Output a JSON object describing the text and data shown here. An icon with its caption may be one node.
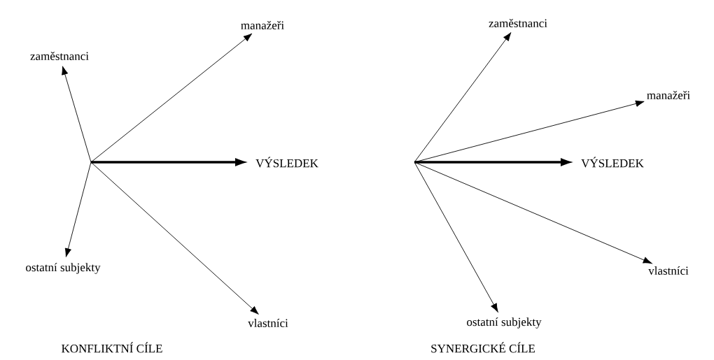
{
  "diagram": {
    "nodes": [
      {
        "text": [
          "zaměstnanci"
        ]
      },
      {
        "text": [
          "manažeři"
        ]
      },
      {
        "text": [
          "VÝSLEDEK"
        ]
      },
      {
        "text": [
          "ostatní subjekty"
        ]
      },
      {
        "text": [
          "vlastníci"
        ]
      },
      {
        "text": [
          "zaměstnanci"
        ]
      },
      {
        "text": [
          "manažeři"
        ]
      },
      {
        "text": [
          "VÝSLEDEK"
        ]
      },
      {
        "text": [
          "vlastníci"
        ]
      },
      {
        "text": [
          "ostatní subjekty"
        ]
      }
    ],
    "edges": [
      {
        "from": null,
        "to": 1,
        "arrow": "to"
      },
      {
        "from": null,
        "to": 0,
        "arrow": "to"
      },
      {
        "from": null,
        "to": 2,
        "arrow": "to",
        "style": "thick"
      },
      {
        "from": null,
        "to": 3,
        "arrow": "to"
      },
      {
        "from": null,
        "to": 4,
        "arrow": "to"
      },
      {
        "from": null,
        "to": 5,
        "arrow": "to"
      },
      {
        "from": null,
        "to": 6,
        "arrow": "to"
      },
      {
        "from": null,
        "to": 7,
        "arrow": "to",
        "style": "thick"
      },
      {
        "from": null,
        "to": 8,
        "arrow": "to"
      },
      {
        "from": null,
        "to": 9,
        "arrow": "to"
      }
    ],
    "labels": [
      "KONFLIKTNÍ CÍLE",
      "SYNERGICKÉ CÍLE"
    ]
  }
}
